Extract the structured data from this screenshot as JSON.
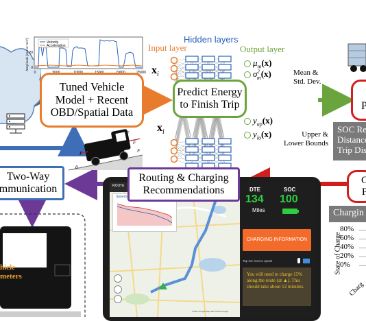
{
  "inset_plot": {
    "ylabel": "Amplitude [m/s or m/s²]",
    "legend": [
      "Velocity",
      "Acceleration"
    ],
    "xticks": [
      "0",
      "5000",
      "10000",
      "15000",
      "20000",
      "25000"
    ],
    "yticks": [
      "0",
      "20"
    ],
    "colors": {
      "velocity": "#2a63b8",
      "acceleration": "#e8862e"
    }
  },
  "boxes": {
    "tuned_model": "Tuned Vehicle\nModel + Recent\nOBD/Spatial Data",
    "predict_energy": "Predict Energy\nto Finish Trip",
    "predict_partial": "P",
    "two_way": "Two-Way\nmmunication",
    "routing": "Routing & Charging\nRecommendations",
    "right_red_partial": "C\nP"
  },
  "nn": {
    "hidden_layers": "Hidden layers",
    "input_layer": "Input layer",
    "output_layer": "Output layer",
    "input_var": "x",
    "input_sub": "i",
    "out_mean_1": "μ",
    "out_mean_1_sub": "m",
    "out_mean_2": "σ",
    "out_mean_2_sub": "m",
    "out_mean_2_sup": "2",
    "out_arg": "(x)",
    "mean_caption": "Mean &\nStd. Dev.",
    "out_up": "y",
    "out_up_sub": "up",
    "out_lo": "y",
    "out_lo_sub": "lo",
    "bounds_caption": "Upper &\nLower Bounds"
  },
  "truck_forces": {
    "f1": "F",
    "f2": "F",
    "f3": "F",
    "f4": "F",
    "theta": "θ"
  },
  "soc_box": "SOC Re\nDistance\nTrip Dis",
  "charging_label": "Chargin",
  "right_chart": {
    "ylabel": "State of Charge",
    "yticks": [
      "80%",
      "60%",
      "40%",
      "20%",
      "0%"
    ],
    "xlabel_partial": "Charg"
  },
  "truck_panel_text": "hicle\nmeters",
  "tablet": {
    "app_header": "ROUTE",
    "chart_title": "Speeds",
    "dte_label": "DTE",
    "soc_label": "SOC",
    "dte_value": "134",
    "soc_value": "100",
    "miles_label": "Miles",
    "charging_button": "CHARGING INFORMATION",
    "mic_hint": "Tap mic icon to speak",
    "message": "You will need to charge 15% along the route (at ▲). This should take about 12 minutes.",
    "map_credit": "©2022 Google  Map data ©2022 Google",
    "colors": {
      "accent_green": "#2ecc40",
      "button_orange": "#f26b2a",
      "message_bg": "#4b4330",
      "message_text": "#f2c12e",
      "route": "#5b8fd6"
    }
  }
}
